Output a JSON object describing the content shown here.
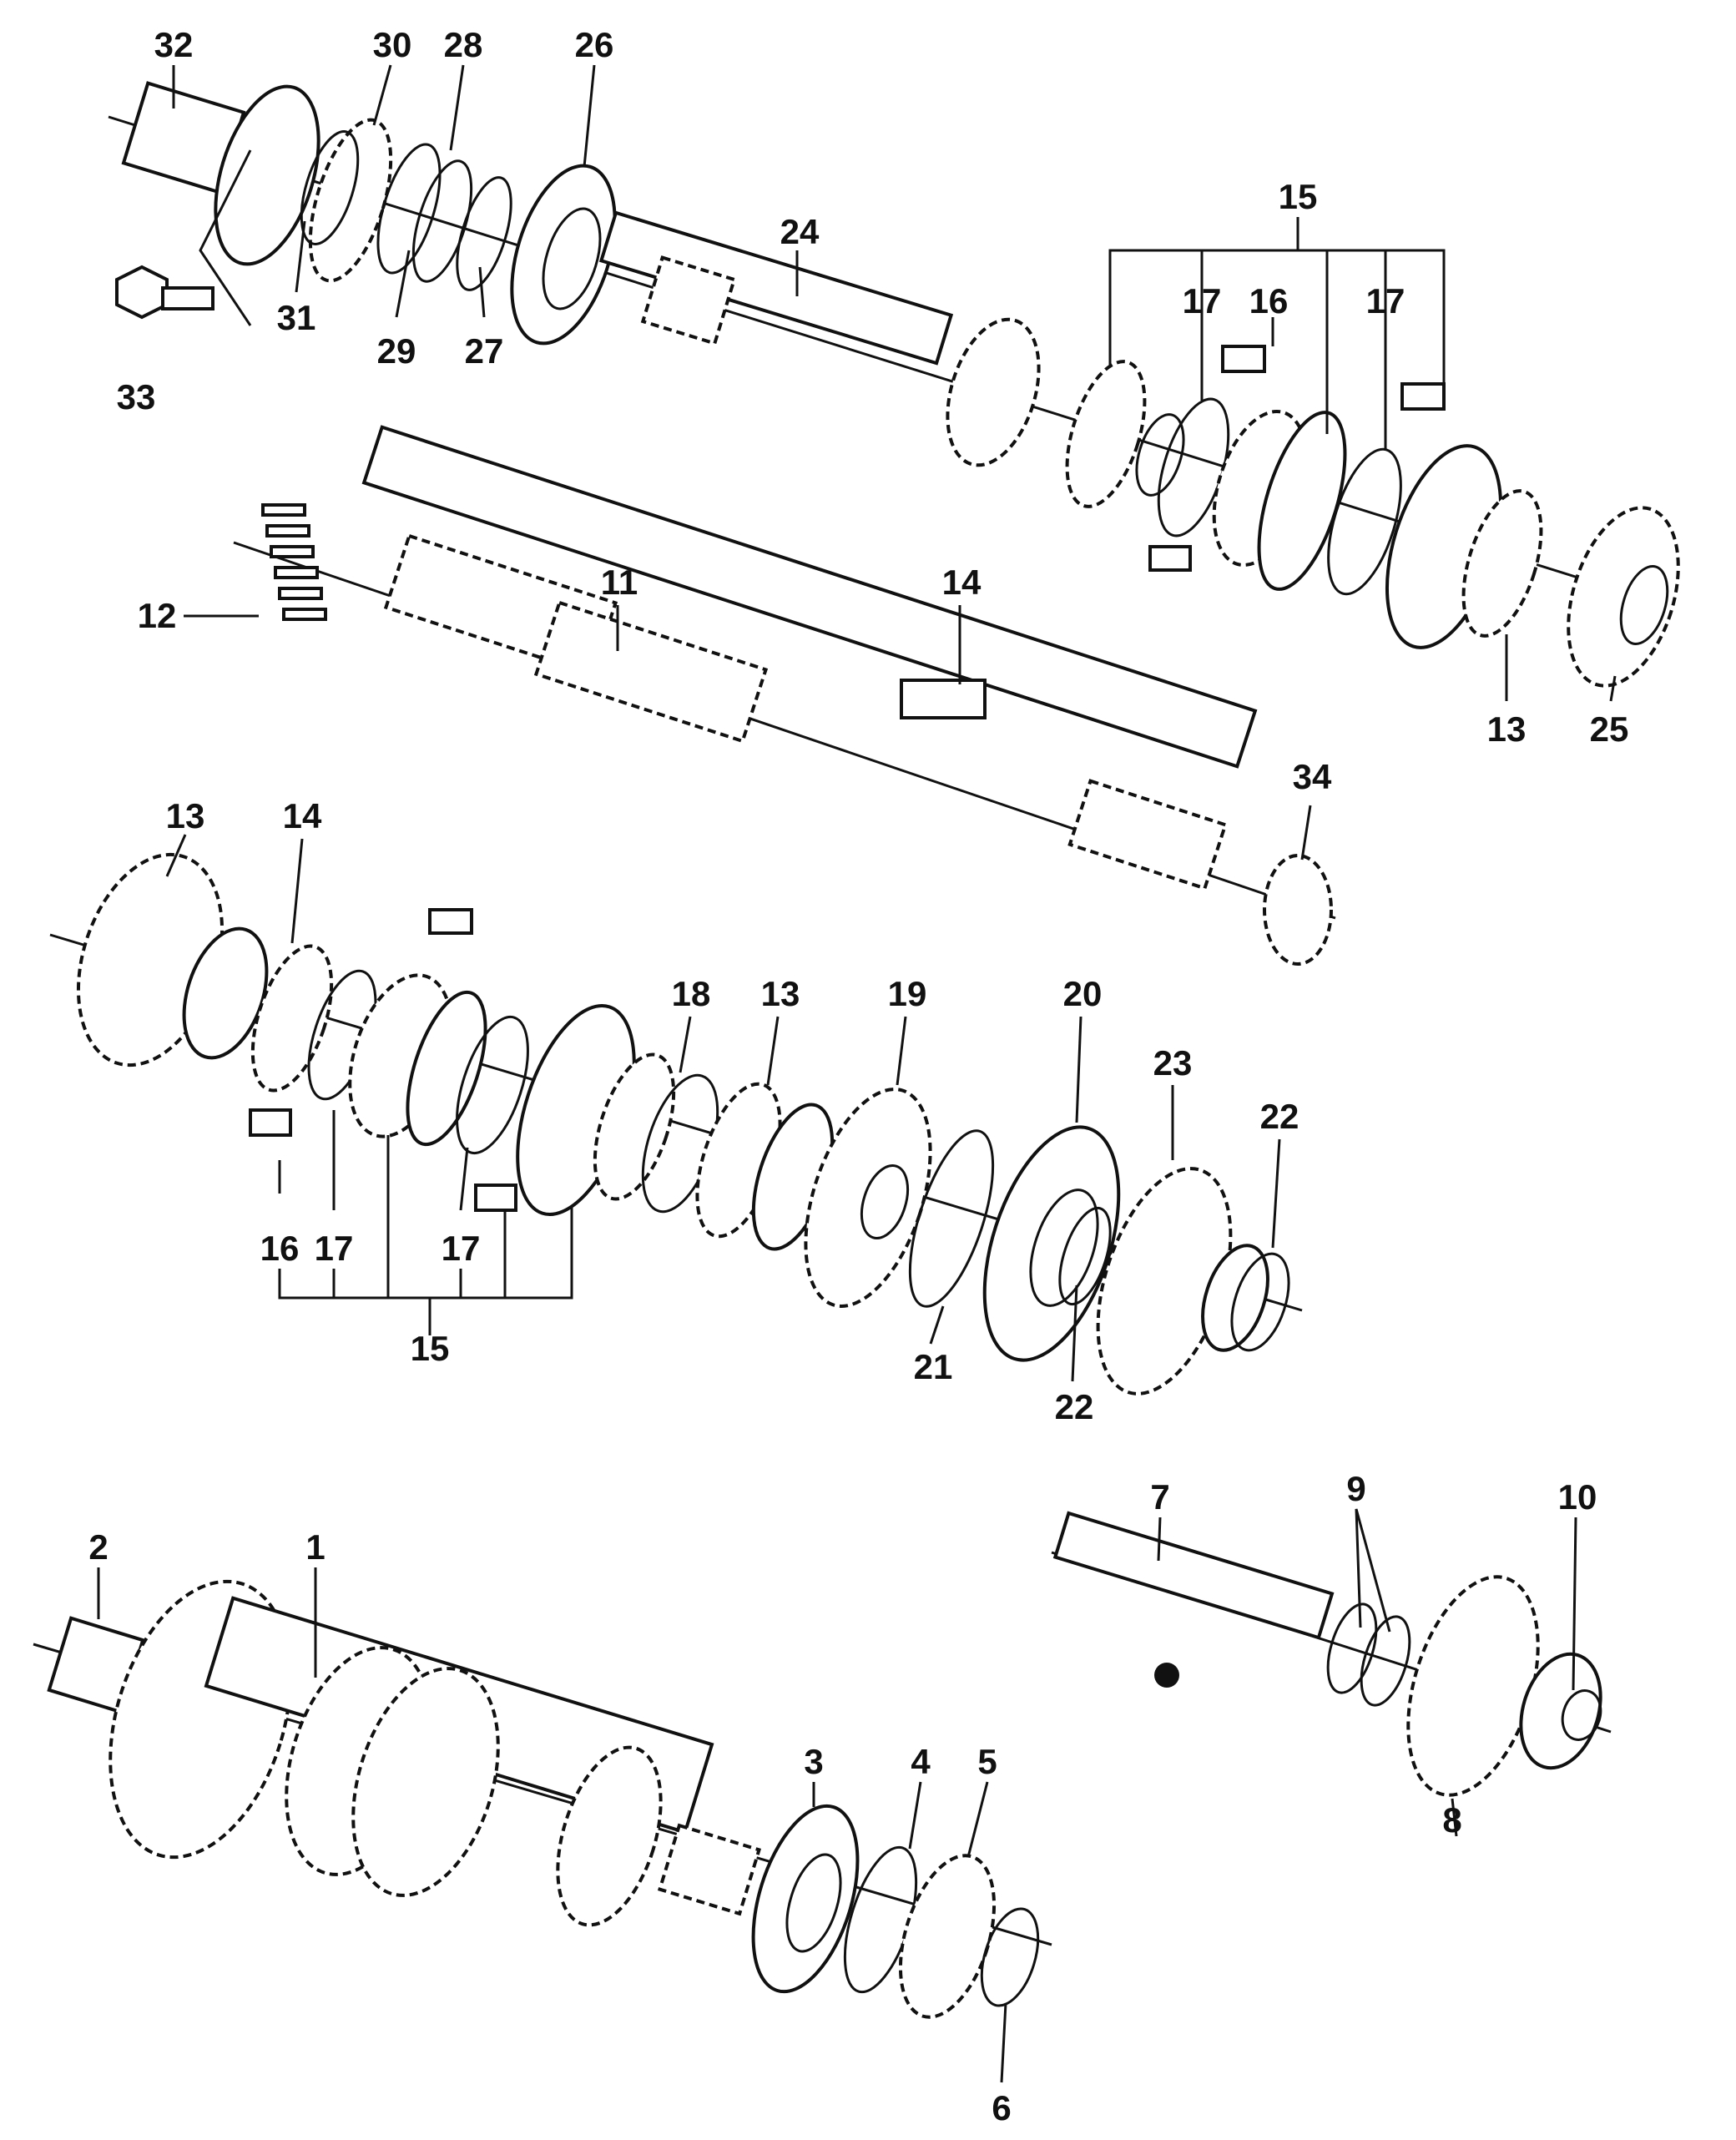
{
  "diagram": {
    "labels": {
      "n1": "1",
      "n2": "2",
      "n3": "3",
      "n4": "4",
      "n5": "5",
      "n6": "6",
      "n7": "7",
      "n8": "8",
      "n9": "9",
      "n10": "10",
      "n11": "11",
      "n12": "12",
      "n13a": "13",
      "n13b": "13",
      "n13c": "13",
      "n14a": "14",
      "n14b": "14",
      "n15a": "15",
      "n15b": "15",
      "n16a": "16",
      "n16b": "16",
      "n17a": "17",
      "n17b": "17",
      "n17c": "17",
      "n17d": "17",
      "n18": "18",
      "n19": "19",
      "n20": "20",
      "n21": "21",
      "n22a": "22",
      "n22b": "22",
      "n23": "23",
      "n24": "24",
      "n25": "25",
      "n26": "26",
      "n27": "27",
      "n28": "28",
      "n29": "29",
      "n30": "30",
      "n31": "31",
      "n32": "32",
      "n33": "33",
      "n34": "34"
    }
  }
}
